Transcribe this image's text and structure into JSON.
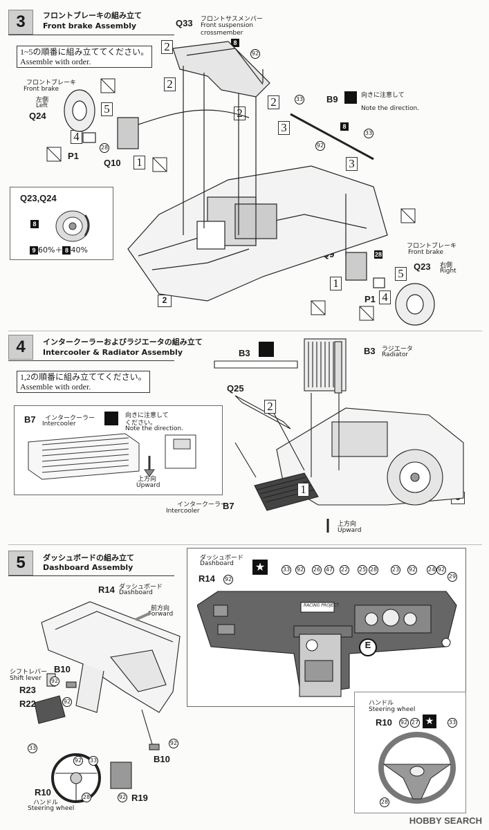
{
  "step3": {
    "number": "3",
    "title_jp": "フロントブレーキの組み立て",
    "title_en": "Front brake Assembly",
    "order_jp": "1~5の順番に組み立ててください。",
    "order_en": "Assemble with order.",
    "q33": "Q33",
    "q33_jp": "フロントサスメンバー",
    "q33_en1": "Front suspension",
    "q33_en2": "crossmember",
    "fb_left_jp": "フロントブレーキ",
    "fb_left_en": "Front brake",
    "left_jp": "左側",
    "left_en": "Left",
    "q24": "Q24",
    "q10": "Q10",
    "p1_left": "P1",
    "b9": "B9",
    "dir_jp": "向きに注意して",
    "dir_en": "Note the direction.",
    "inset_title": "Q23,Q24",
    "mix": "60%＋",
    "mix2": "40%",
    "q9": "Q9",
    "fb_right_jp": "フロントブレーキ",
    "fb_right_en": "Front brake",
    "q23": "Q23",
    "right_jp": "右側",
    "right_en": "Right",
    "p1_right": "P1",
    "ref2": "2",
    "nums": [
      "2",
      "2",
      "2",
      "2",
      "3",
      "3",
      "1",
      "5",
      "4",
      "4",
      "5",
      "1"
    ],
    "codes": {
      "c8": "8",
      "c92": "92",
      "c33": "33",
      "c28": "28",
      "c9": "9"
    }
  },
  "step4": {
    "number": "4",
    "title_jp": "インタークーラーおよびラジエータの組み立て",
    "title_en": "Intercooler & Radiator Assembly",
    "order_jp": "1,2の順番に組み立ててください。",
    "order_en": "Assemble with order.",
    "b3a": "B3",
    "b3b": "B3",
    "rad_jp": "ラジエータ",
    "rad_en": "Radiator",
    "q25": "Q25",
    "b7": "B7",
    "ic_jp": "インタークーラー",
    "ic_en": "Intercooler",
    "dir_jp": "向きに注意して",
    "dir_jp2": "ください。",
    "dir_en": "Note the direction.",
    "up_jp": "上方向",
    "up_en": "Upward",
    "ic2_jp": "インタークーラー",
    "ic2_en": "Intercooler",
    "b7b": "B7",
    "up2_jp": "上方向",
    "up2_en": "Upward",
    "ref3": "3"
  },
  "step5": {
    "number": "5",
    "title_jp": "ダッシュボードの組み立て",
    "title_en": "Dashboard Assembly",
    "r14": "R14",
    "dash_jp": "ダッシュボード",
    "dash_en": "Dashboard",
    "fwd_jp": "前方向",
    "fwd_en": "Forward",
    "shift_jp": "シフトレバー",
    "shift_en": "Shift lever",
    "b10": "B10",
    "r23": "R23",
    "r22": "R22",
    "b10b": "B10",
    "r10": "R10",
    "sw_jp": "ハンドル",
    "sw_en": "Steering wheel",
    "r19": "R19",
    "panel_dash_jp": "ダッシュボード",
    "panel_dash_en": "Dashboard",
    "panel_r14": "R14",
    "panel_codes": [
      "33",
      "92",
      "26",
      "47",
      "22",
      "25",
      "28",
      "23",
      "92",
      "24",
      "92",
      "29"
    ],
    "panel_e": "E",
    "panel_sw_jp": "ハンドル",
    "panel_sw_en": "Steering wheel",
    "panel_r10": "R10",
    "panel_92": "92",
    "panel_27": "27",
    "panel_33": "33",
    "panel_28": "28",
    "logo_text": "RACING PROJECT"
  },
  "watermark": "HOBBY SEARCH"
}
